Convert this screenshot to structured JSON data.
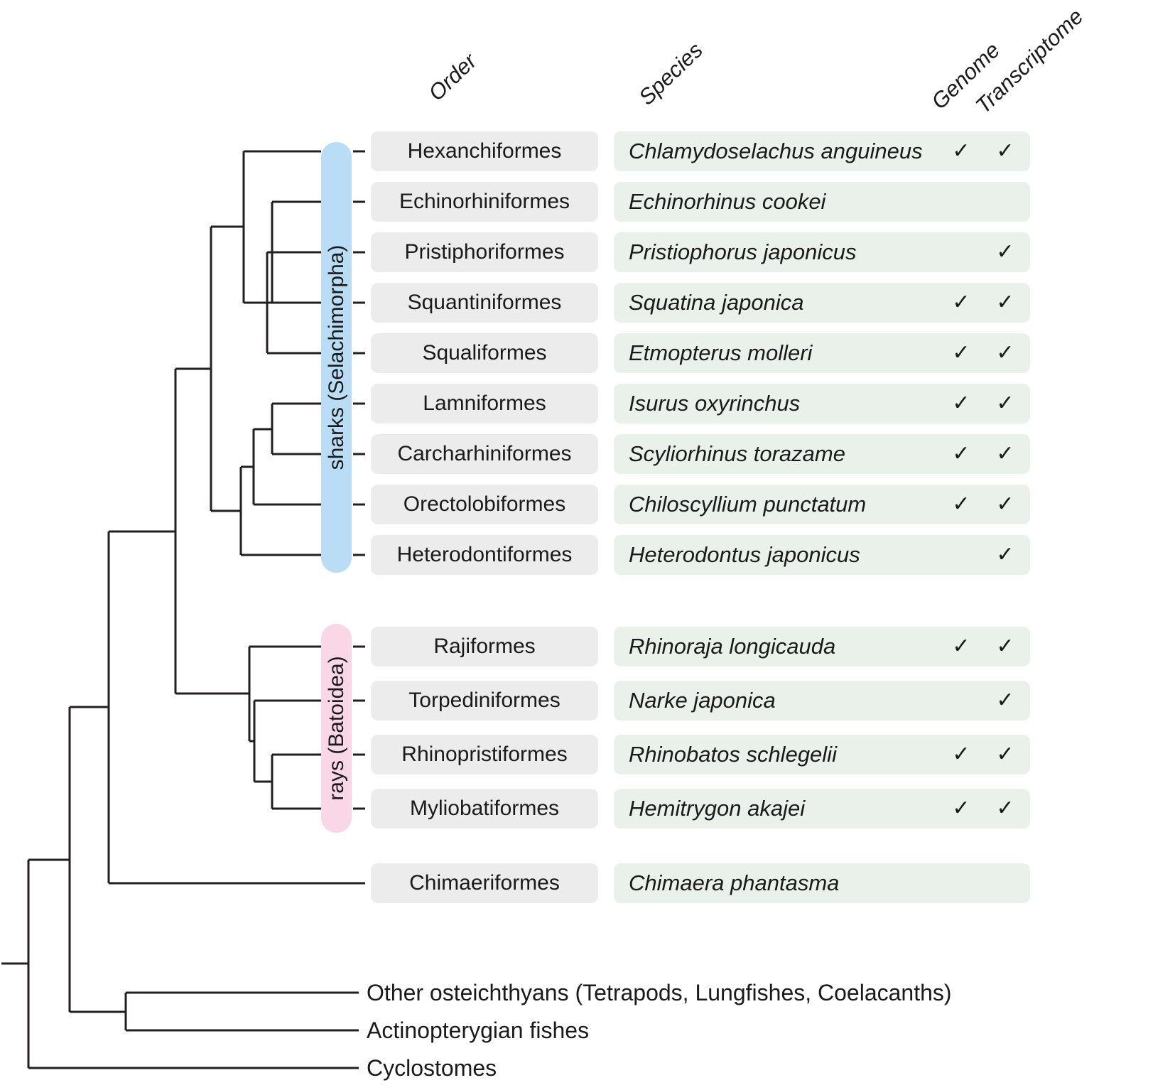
{
  "figure_type": "phylogenetic-tree-table",
  "columns": {
    "order": "Order",
    "species": "Species",
    "genome": "Genome",
    "transcriptome": "Transcriptome"
  },
  "check_glyph": "✓",
  "groups": {
    "sharks": {
      "label": "sharks (Selachimorpha)",
      "color": "#b9ddf4"
    },
    "rays": {
      "label": "rays (Batoidea)",
      "color": "#f9d7e6"
    }
  },
  "rows": [
    {
      "order": "Hexanchiformes",
      "species": "Chlamydoselachus anguineus",
      "genome": true,
      "transcriptome": true,
      "group": "sharks"
    },
    {
      "order": "Echinorhiniformes",
      "species": "Echinorhinus cookei",
      "genome": false,
      "transcriptome": false,
      "group": "sharks"
    },
    {
      "order": "Pristiphoriformes",
      "species": "Pristiophorus japonicus",
      "genome": false,
      "transcriptome": true,
      "group": "sharks"
    },
    {
      "order": "Squantiniformes",
      "species": "Squatina japonica",
      "genome": true,
      "transcriptome": true,
      "group": "sharks"
    },
    {
      "order": "Squaliformes",
      "species": "Etmopterus molleri",
      "genome": true,
      "transcriptome": true,
      "group": "sharks"
    },
    {
      "order": "Lamniformes",
      "species": "Isurus oxyrinchus",
      "genome": true,
      "transcriptome": true,
      "group": "sharks"
    },
    {
      "order": "Carcharhiniformes",
      "species": "Scyliorhinus torazame",
      "genome": true,
      "transcriptome": true,
      "group": "sharks"
    },
    {
      "order": "Orectolobiformes",
      "species": "Chiloscyllium punctatum",
      "genome": true,
      "transcriptome": true,
      "group": "sharks"
    },
    {
      "order": "Heterodontiformes",
      "species": "Heterodontus japonicus",
      "genome": false,
      "transcriptome": true,
      "group": "sharks"
    },
    {
      "order": "Rajiformes",
      "species": "Rhinoraja longicauda",
      "genome": true,
      "transcriptome": true,
      "group": "rays"
    },
    {
      "order": "Torpediniformes",
      "species": "Narke japonica",
      "genome": false,
      "transcriptome": true,
      "group": "rays"
    },
    {
      "order": "Rhinopristiformes",
      "species": "Rhinobatos schlegelii",
      "genome": true,
      "transcriptome": true,
      "group": "rays"
    },
    {
      "order": "Myliobatiformes",
      "species": "Hemitrygon akajei",
      "genome": true,
      "transcriptome": true,
      "group": "rays"
    },
    {
      "order": "Chimaeriformes",
      "species": "Chimaera phantasma",
      "genome": false,
      "transcriptome": false,
      "group": "none"
    }
  ],
  "outgroups": [
    "Other osteichthyans (Tetrapods, Lungfishes, Coelacanths)",
    "Actinopterygian fishes",
    "Cyclostomes"
  ],
  "colors": {
    "line": "#231f20",
    "text": "#1a1a1a",
    "order_box": "#ececec",
    "species_box": "#e9f1ea",
    "sharks_bar": "#b9ddf4",
    "rays_bar": "#f9d7e6",
    "background": "#ffffff"
  },
  "tree": {
    "segments": [
      [
        343,
        213,
        343,
        426
      ],
      [
        383,
        284,
        383,
        426
      ],
      [
        376,
        355,
        376,
        497
      ],
      [
        383,
        568,
        383,
        639
      ],
      [
        357,
        604,
        357,
        710
      ],
      [
        339,
        657,
        339,
        781
      ],
      [
        297,
        319,
        297,
        719
      ],
      [
        351,
        910,
        351,
        1043
      ],
      [
        358,
        986,
        358,
        1100
      ],
      [
        383,
        1062,
        383,
        1138
      ],
      [
        247,
        519,
        247,
        976
      ],
      [
        153,
        748,
        153,
        1243
      ],
      [
        177,
        1397,
        177,
        1450
      ],
      [
        98,
        995,
        98,
        1424
      ],
      [
        40,
        1210,
        40,
        1503
      ],
      [
        343,
        213,
        452,
        213
      ],
      [
        383,
        284,
        452,
        284
      ],
      [
        376,
        355,
        452,
        355
      ],
      [
        343,
        426,
        452,
        426
      ],
      [
        376,
        497,
        452,
        497
      ],
      [
        383,
        568,
        452,
        568
      ],
      [
        383,
        639,
        452,
        639
      ],
      [
        357,
        710,
        452,
        710
      ],
      [
        339,
        781,
        452,
        781
      ],
      [
        297,
        319,
        343,
        319
      ],
      [
        357,
        604,
        383,
        604
      ],
      [
        339,
        657,
        357,
        657
      ],
      [
        297,
        719,
        339,
        719
      ],
      [
        247,
        519,
        297,
        519
      ],
      [
        351,
        910,
        452,
        910
      ],
      [
        358,
        986,
        452,
        986
      ],
      [
        383,
        1062,
        452,
        1062
      ],
      [
        383,
        1138,
        452,
        1138
      ],
      [
        351,
        1043,
        358,
        1043
      ],
      [
        358,
        1100,
        383,
        1100
      ],
      [
        247,
        976,
        351,
        976
      ],
      [
        153,
        748,
        247,
        748
      ],
      [
        153,
        1243,
        514,
        1243
      ],
      [
        98,
        995,
        153,
        995
      ],
      [
        98,
        1424,
        177,
        1424
      ],
      [
        177,
        1397,
        505,
        1397
      ],
      [
        177,
        1450,
        505,
        1450
      ],
      [
        40,
        1210,
        98,
        1210
      ],
      [
        40,
        1503,
        505,
        1503
      ],
      [
        2,
        1356,
        40,
        1356
      ],
      [
        497,
        213,
        514,
        213
      ],
      [
        497,
        284,
        514,
        284
      ],
      [
        497,
        355,
        514,
        355
      ],
      [
        497,
        426,
        514,
        426
      ],
      [
        497,
        497,
        514,
        497
      ],
      [
        497,
        568,
        514,
        568
      ],
      [
        497,
        639,
        514,
        639
      ],
      [
        497,
        710,
        514,
        710
      ],
      [
        497,
        781,
        514,
        781
      ],
      [
        497,
        910,
        514,
        910
      ],
      [
        497,
        986,
        514,
        986
      ],
      [
        497,
        1062,
        514,
        1062
      ],
      [
        497,
        1138,
        514,
        1138
      ]
    ]
  }
}
